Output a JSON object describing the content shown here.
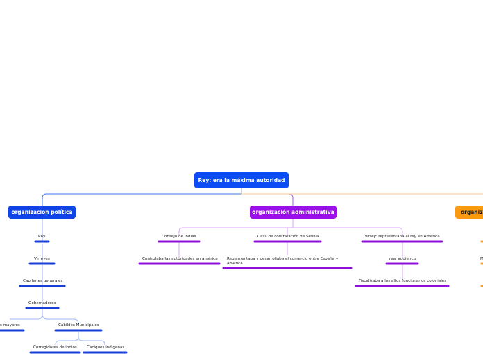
{
  "root": {
    "label": "Rey: era la máxima autoridad",
    "color": "#0b4cf5"
  },
  "branches": {
    "politica": {
      "label": "organización política",
      "color": "#1144e6"
    },
    "administrativa": {
      "label": "organización administrativa",
      "color": "#9a10e6"
    },
    "third": {
      "label": "organiza",
      "color": "#fb9a10"
    }
  },
  "politica_items": {
    "rey": "Rey",
    "virreyes": "Virreyes",
    "capitanes": "Capitanes generales",
    "gobernadores": "Gobernadores",
    "alcaldias": "s mayores",
    "cabildos": "Cabildos Municipales",
    "corregidores": "Corregidores de indios",
    "caciques": "Caciques indigenas"
  },
  "admin_items": {
    "consejo": "Consejo de Indias",
    "consejo_sub": "Controlaba las autoridades en américa",
    "casa": "Casa de contratación de Sevilla",
    "casa_sub": "Reglamentaba y desarrollaba el comercio entre España y américa",
    "virrey": "virrey: representaba al rey en America",
    "audiencia": "real audiencia",
    "audiencia_sub": "Fiscalizaba a los altos funcionarios coloniales"
  },
  "third_items": {
    "m": "M"
  },
  "colors": {
    "blue_line": "#3a7bf0",
    "purple_line": "#c58cf0",
    "orange_line": "#fbc98a",
    "blue_bar": "#1a3fd9",
    "purple_bar": "#8f10dc",
    "orange_bar": "#fb9a10"
  }
}
